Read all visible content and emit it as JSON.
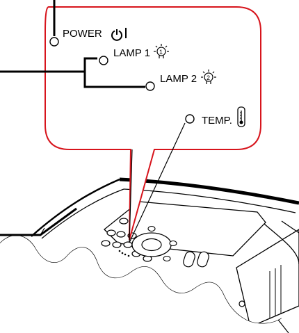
{
  "indicators": [
    {
      "id": "power",
      "label": "POWER",
      "icon": "power-icon"
    },
    {
      "id": "lamp1",
      "label": "LAMP 1",
      "icon": "lamp-1-icon",
      "icon_digit": "1"
    },
    {
      "id": "lamp2",
      "label": "LAMP 2",
      "icon": "lamp-2-icon",
      "icon_digit": "2"
    },
    {
      "id": "temp",
      "label": "TEMP.",
      "icon": "thermometer-icon"
    }
  ],
  "colors": {
    "callout_outline": "#d7141c",
    "line": "#000000",
    "background": "#ffffff"
  }
}
